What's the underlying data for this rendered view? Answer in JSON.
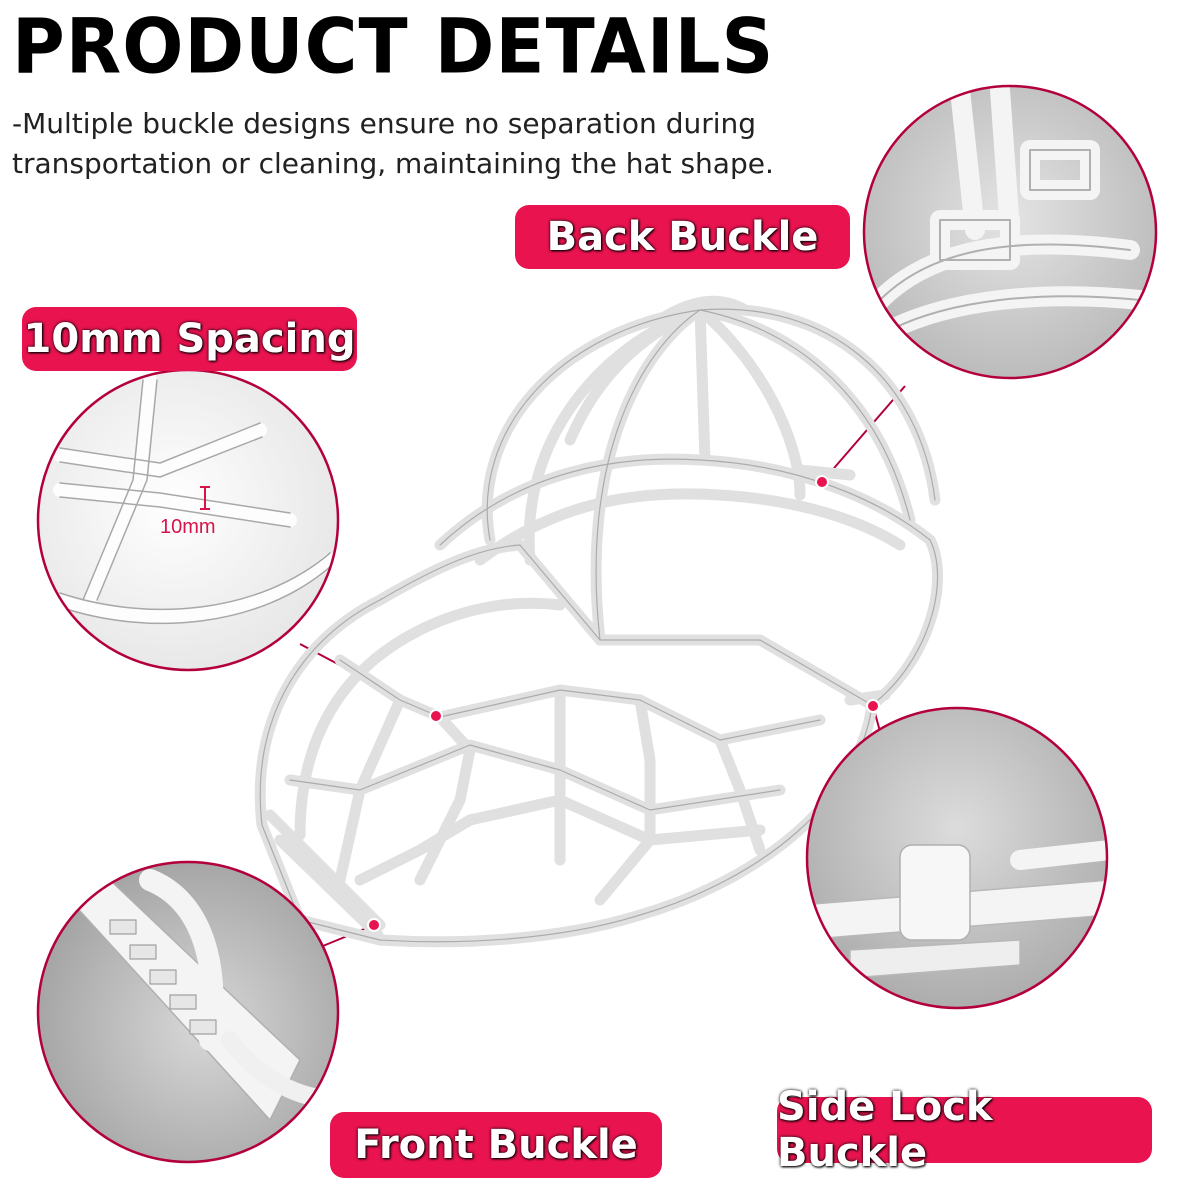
{
  "title": "PRODUCT DETAILS",
  "description": "-Multiple buckle designs ensure no separation during transportation or cleaning, maintaining the hat shape.",
  "labels": {
    "back_buckle": "Back Buckle",
    "spacing": "10mm Spacing",
    "front_buckle": "Front Buckle",
    "side_lock_buckle": "Side Lock Buckle"
  },
  "spacing_measure": "10mm",
  "colors": {
    "accent": "#e8134f",
    "circle_border": "#b3003a",
    "zoom_background": "#c9c9c9",
    "frame": "#ffffff"
  }
}
